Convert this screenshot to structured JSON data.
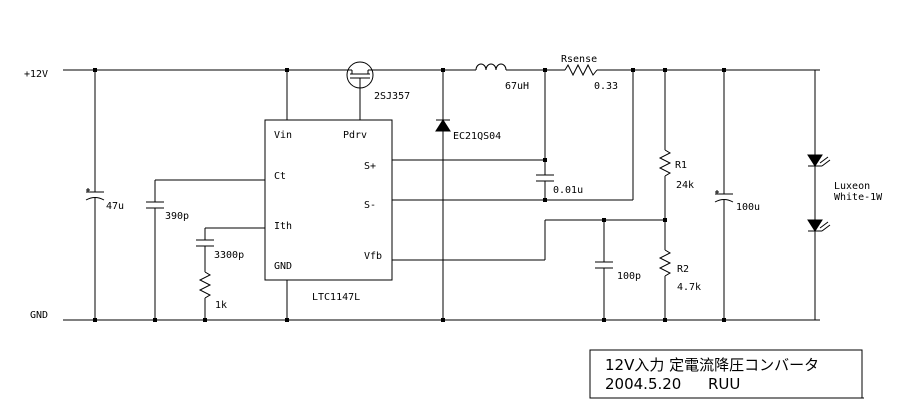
{
  "rails": {
    "supply": "+12V",
    "ground": "GND"
  },
  "components": {
    "c_in": "47u",
    "c_ct": "390p",
    "c_ith": "3300p",
    "r_ith": "1k",
    "mosfet": "2SJ357",
    "inductor": "67uH",
    "rsense_name": "Rsense",
    "rsense_value": "0.33",
    "diode": "EC21QS04",
    "c_sense": "0.01u",
    "c_fb": "100p",
    "r1_name": "R1",
    "r1_value": "24k",
    "r2_name": "R2",
    "r2_value": "4.7k",
    "c_out": "100u",
    "led_line1": "Luxeon",
    "led_line2": "White-1W"
  },
  "ic": {
    "name": "LTC1147L",
    "pins": {
      "vin": "Vin",
      "pdrv": "Pdrv",
      "ct": "Ct",
      "splus": "S+",
      "sminus": "S-",
      "ith": "Ith",
      "vfb": "Vfb",
      "gnd": "GND"
    }
  },
  "title_block": {
    "line1": "12V入力 定電流降圧コンバータ",
    "date": "2004.5.20",
    "author": "RUU"
  }
}
